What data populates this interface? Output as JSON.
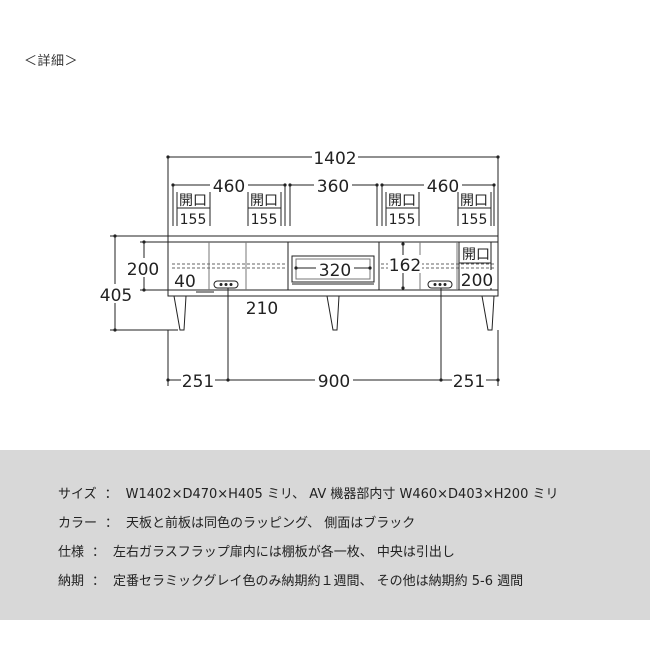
{
  "heading": "＜詳細＞",
  "dimensions": {
    "overall_width": "1402",
    "section_left": "460",
    "section_center": "360",
    "section_right": "460",
    "opening_label": "開口",
    "opening_left_a": "155",
    "opening_left_b": "155",
    "opening_right_a": "155",
    "opening_right_b": "155",
    "height_total": "405",
    "inner_height_left": "200",
    "shelf_offset": "40",
    "drawer_width": "320",
    "inner_height_center": "162",
    "inner_height_right": "200",
    "opening_right_inner": "開口",
    "leg_offset": "210",
    "leg_left": "251",
    "leg_span": "900",
    "leg_right": "251"
  },
  "specs": [
    {
      "label": "サイズ",
      "value": "W1402×D470×H405 ミリ、 AV 機器部内寸 W460×D403×H200 ミリ"
    },
    {
      "label": "カラー",
      "value": "天板と前板は同色のラッピング、 側面はブラック"
    },
    {
      "label": "仕様",
      "value": "左右ガラスフラップ扉内には棚板が各一枚、 中央は引出し"
    },
    {
      "label": "納期",
      "value": "定番セラミックグレイ色のみ納期約１週間、 その他は納期約 5-6 週間"
    }
  ],
  "colors": {
    "line": "#222222",
    "spec_background": "#d8d8d8"
  }
}
